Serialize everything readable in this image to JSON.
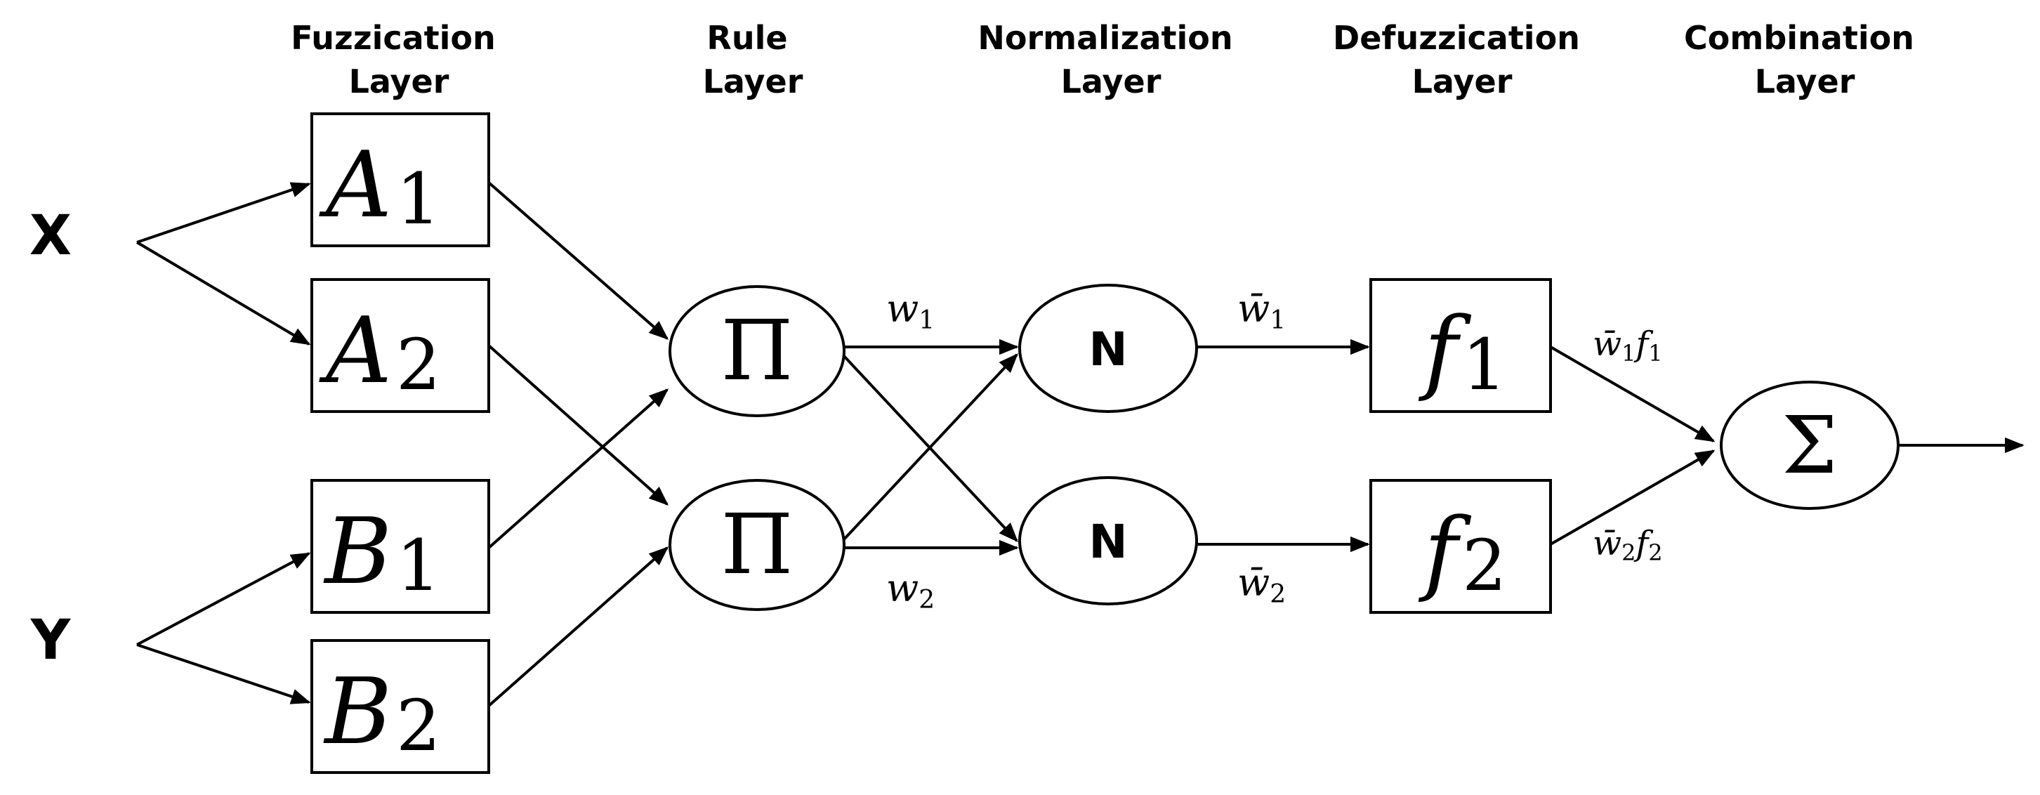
{
  "layers": [
    {
      "line1": "Fuzzication",
      "line2": "Layer"
    },
    {
      "line1": "Rule",
      "line2": "Layer"
    },
    {
      "line1": "Normalization",
      "line2": "Layer"
    },
    {
      "line1": "Defuzzication",
      "line2": "Layer"
    },
    {
      "line1": "Combination",
      "line2": "Layer"
    }
  ],
  "inputs": {
    "x": "X",
    "y": "Y"
  },
  "fuzzy_nodes": [
    {
      "letter": "A",
      "sub": "1"
    },
    {
      "letter": "A",
      "sub": "2"
    },
    {
      "letter": "B",
      "sub": "1"
    },
    {
      "letter": "B",
      "sub": "2"
    }
  ],
  "rule_nodes": [
    "Π",
    "Π"
  ],
  "norm_nodes": [
    "N",
    "N"
  ],
  "defuzz_nodes": [
    {
      "letter": "f",
      "sub": "1"
    },
    {
      "letter": "f",
      "sub": "2"
    }
  ],
  "sum_node": "Σ",
  "edge_labels": {
    "w1": {
      "base": "w",
      "sub": "1"
    },
    "w2": {
      "base": "w",
      "sub": "2"
    },
    "wbar1": {
      "base": "w̄",
      "sub": "1"
    },
    "wbar2": {
      "base": "w̄",
      "sub": "2"
    },
    "wf1": {
      "base": "w̄",
      "sub": "1",
      "f": "f",
      "fsub": "1"
    },
    "wf2": {
      "base": "w̄",
      "sub": "2",
      "f": "f",
      "fsub": "2"
    }
  }
}
